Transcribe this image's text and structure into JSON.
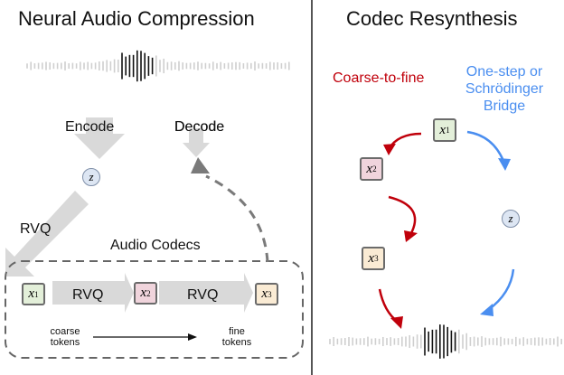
{
  "left_panel": {
    "title": "Neural Audio Compression",
    "encode_label": "Encode",
    "decode_label": "Decode",
    "latent_label": "z",
    "rvq_label": "RVQ",
    "codecs_label": "Audio Codecs",
    "nodes": [
      "x1",
      "x2",
      "x3"
    ],
    "node_base": "x",
    "node_subs": [
      "1",
      "2",
      "3"
    ],
    "rvq_step_labels": [
      "RVQ",
      "RVQ"
    ],
    "coarse_label": [
      "coarse",
      "tokens"
    ],
    "fine_label": [
      "fine",
      "tokens"
    ]
  },
  "right_panel": {
    "title": "Codec Resynthesis",
    "coarse_to_fine_label": "Coarse-to-fine",
    "one_step_label": [
      "One-step or",
      "Schrödinger",
      "Bridge"
    ],
    "latent_label": "z",
    "node_base": "x",
    "node_subs": [
      "1",
      "2",
      "3"
    ]
  },
  "colors": {
    "node_x1": "#e3efd9",
    "node_x2": "#f0d4dc",
    "node_x3": "#faebd4",
    "red_arrow": "#c0000b",
    "blue_arrow": "#4a8ef0",
    "block_arrow": "#d9d9d9",
    "latent_fill": "#dde6f3"
  }
}
